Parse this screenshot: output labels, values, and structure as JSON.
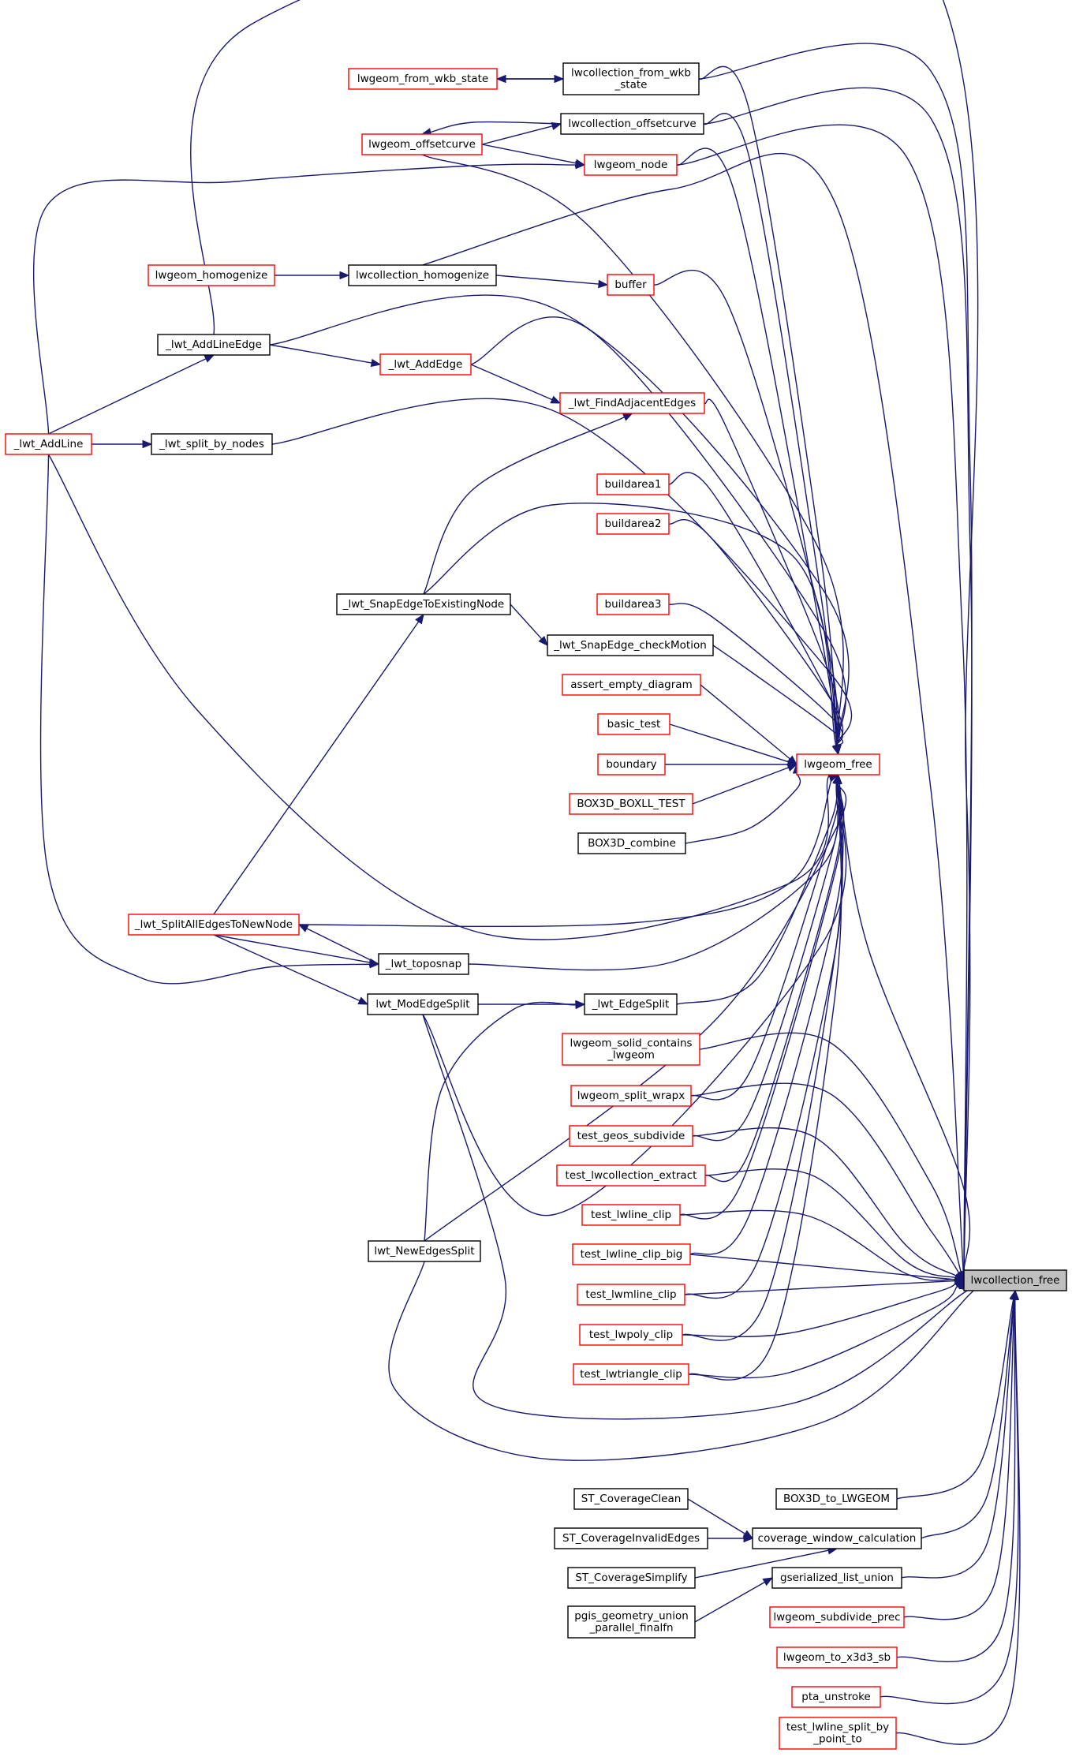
{
  "colors": {
    "edge": "#191970",
    "border_normal": "#000000",
    "border_incomplete": "#ff0000",
    "target_fill": "#bfbfbf",
    "background": "#ffffff"
  },
  "nodes": {
    "lwcollection_free": [
      "lwcollection_free"
    ],
    "lwgeom_free": [
      "lwgeom_free"
    ],
    "lwcollection_from_wkb_state": [
      "lwcollection_from_wkb",
      "_state"
    ],
    "lwgeom_from_wkb_state": [
      "lwgeom_from_wkb_state"
    ],
    "lwcollection_offsetcurve": [
      "lwcollection_offsetcurve"
    ],
    "lwgeom_offsetcurve": [
      "lwgeom_offsetcurve"
    ],
    "lwgeom_node": [
      "lwgeom_node"
    ],
    "lwgeom_homogenize": [
      "lwgeom_homogenize"
    ],
    "lwcollection_homogenize": [
      "lwcollection_homogenize"
    ],
    "buffer": [
      "buffer"
    ],
    "lwt_AddLineEdge": [
      "_lwt_AddLineEdge"
    ],
    "lwt_AddEdge": [
      "_lwt_AddEdge"
    ],
    "lwt_FindAdjacentEdges": [
      "_lwt_FindAdjacentEdges"
    ],
    "lwt_AddLine": [
      "_lwt_AddLine"
    ],
    "lwt_split_by_nodes": [
      "_lwt_split_by_nodes"
    ],
    "buildarea1": [
      "buildarea1"
    ],
    "buildarea2": [
      "buildarea2"
    ],
    "lwt_SnapEdgeToExistingNode": [
      "_lwt_SnapEdgeToExistingNode"
    ],
    "buildarea3": [
      "buildarea3"
    ],
    "lwt_SnapEdge_checkMotion": [
      "_lwt_SnapEdge_checkMotion"
    ],
    "assert_empty_diagram": [
      "assert_empty_diagram"
    ],
    "basic_test": [
      "basic_test"
    ],
    "boundary": [
      "boundary"
    ],
    "BOX3D_BOXLL_TEST": [
      "BOX3D_BOXLL_TEST"
    ],
    "BOX3D_combine": [
      "BOX3D_combine"
    ],
    "lwt_SplitAllEdgesToNewNode": [
      "_lwt_SplitAllEdgesToNewNode"
    ],
    "lwt_toposnap": [
      "_lwt_toposnap"
    ],
    "lwt_ModEdgeSplit": [
      "lwt_ModEdgeSplit"
    ],
    "lwt_EdgeSplit": [
      "_lwt_EdgeSplit"
    ],
    "lwgeom_solid_contains_lwgeom": [
      "lwgeom_solid_contains",
      "_lwgeom"
    ],
    "lwgeom_split_wrapx": [
      "lwgeom_split_wrapx"
    ],
    "test_geos_subdivide": [
      "test_geos_subdivide"
    ],
    "test_lwcollection_extract": [
      "test_lwcollection_extract"
    ],
    "test_lwline_clip": [
      "test_lwline_clip"
    ],
    "lwt_NewEdgesSplit": [
      "lwt_NewEdgesSplit"
    ],
    "test_lwline_clip_big": [
      "test_lwline_clip_big"
    ],
    "test_lwmline_clip": [
      "test_lwmline_clip"
    ],
    "test_lwpoly_clip": [
      "test_lwpoly_clip"
    ],
    "test_lwtriangle_clip": [
      "test_lwtriangle_clip"
    ],
    "ST_CoverageClean": [
      "ST_CoverageClean"
    ],
    "BOX3D_to_LWGEOM": [
      "BOX3D_to_LWGEOM"
    ],
    "ST_CoverageInvalidEdges": [
      "ST_CoverageInvalidEdges"
    ],
    "coverage_window_calculation": [
      "coverage_window_calculation"
    ],
    "ST_CoverageSimplify": [
      "ST_CoverageSimplify"
    ],
    "gserialized_list_union": [
      "gserialized_list_union"
    ],
    "pgis_geometry_union_parallel_finalfn": [
      "pgis_geometry_union",
      "_parallel_finalfn"
    ],
    "lwgeom_subdivide_prec": [
      "lwgeom_subdivide_prec"
    ],
    "lwgeom_to_x3d3_sb": [
      "lwgeom_to_x3d3_sb"
    ],
    "ptarray_unstroke": [
      "pta_unstroke"
    ],
    "test_lwline_split_by_point_to": [
      "test_lwline_split_by",
      "_point_to"
    ]
  }
}
